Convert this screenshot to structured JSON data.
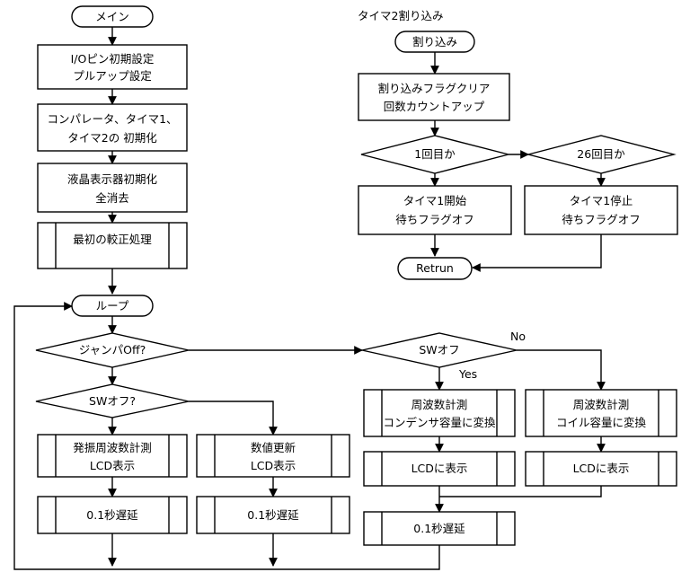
{
  "main": {
    "start": "メイン",
    "io_init": [
      "I/Oピン初期設定",
      "プルアップ設定"
    ],
    "comp_init": [
      "コンパレータ、タイマ1、",
      "タイマ2の 初期化"
    ],
    "lcd_init": [
      "液晶表示器初期化",
      "全消去"
    ],
    "first_cal": "最初の較正処理",
    "loop": "ループ",
    "jumper_q": "ジャンパOff?",
    "sw_q1": "SWオフ?",
    "osc_measure": [
      "発振周波数計測",
      "LCD表示"
    ],
    "value_update": [
      "数値更新",
      "LCD表示"
    ],
    "delay_left": "0.1秒遅延",
    "delay_mid": "0.1秒遅延",
    "sw_q2": "SWオフ",
    "label_no": "No",
    "label_yes": "Yes",
    "cap_measure": [
      "周波数計測",
      "コンデンサ容量に変換"
    ],
    "coil_measure": [
      "周波数計測",
      "コイル容量に変換"
    ],
    "lcd_show_left": "LCDに表示",
    "lcd_show_right": "LCDに表示",
    "delay_right": "0.1秒遅延"
  },
  "interrupt": {
    "title": "タイマ2割り込み",
    "start": "割り込み",
    "clear": [
      "割り込みフラグクリア",
      "回数カウントアップ"
    ],
    "q_first": "1回目か",
    "q_26": "26回目か",
    "timer_start": [
      "タイマ1開始",
      "待ちフラグオフ"
    ],
    "timer_stop": [
      "タイマ1停止",
      "待ちフラグオフ"
    ],
    "return": "Retrun"
  }
}
